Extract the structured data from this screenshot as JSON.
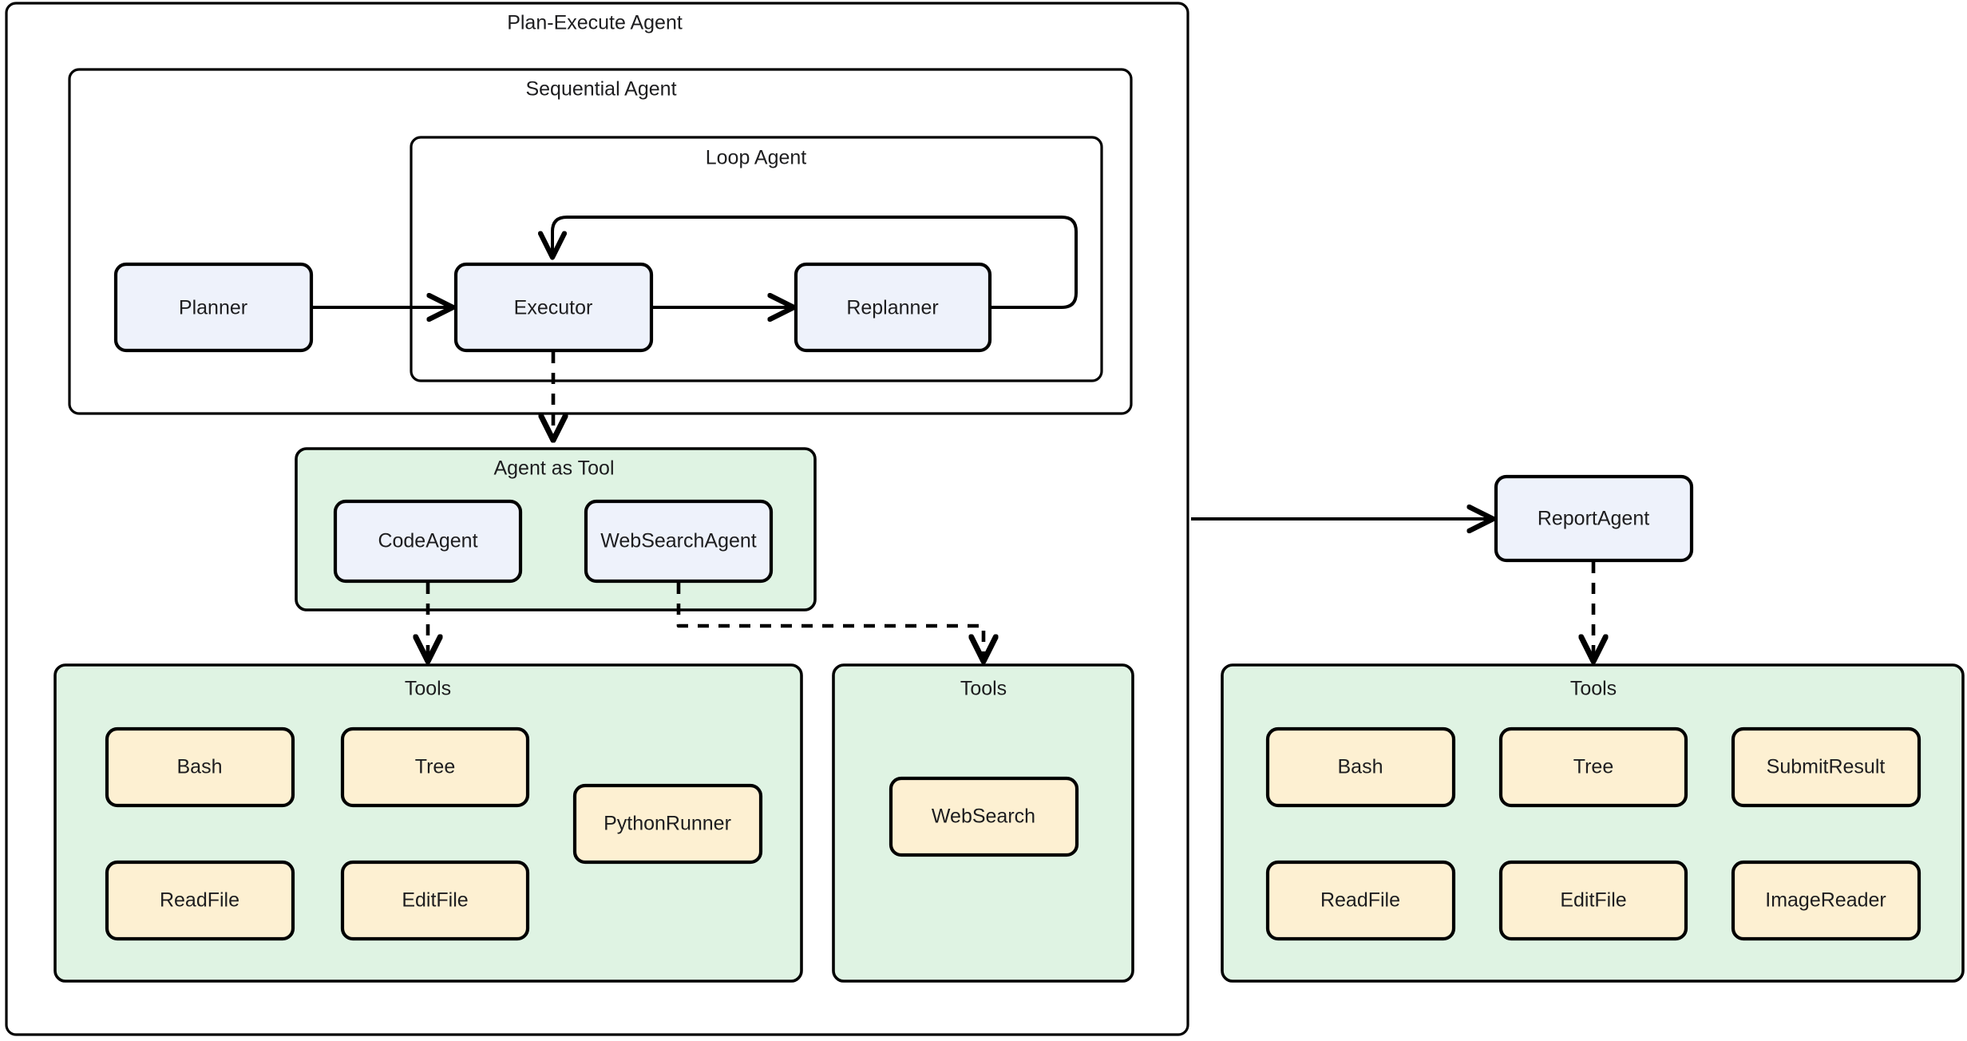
{
  "diagram": {
    "title": "Plan-Execute Agent",
    "colors": {
      "group_fill": "#ffffff",
      "tool_group_fill": "#dff3e3",
      "agent_node_fill": "#eef2fb",
      "tool_node_fill": "#fdf0d2",
      "stroke": "#000000",
      "text": "#1d1d1f"
    },
    "groups": {
      "plan_execute": "Plan-Execute Agent",
      "sequential": "Sequential Agent",
      "loop": "Loop Agent",
      "agent_as_tool": "Agent as Tool",
      "tools_code": "Tools",
      "tools_websearch": "Tools",
      "tools_report": "Tools"
    },
    "agents": {
      "planner": "Planner",
      "executor": "Executor",
      "replanner": "Replanner",
      "code_agent": "CodeAgent",
      "websearch_agent": "WebSearchAgent",
      "report_agent": "ReportAgent"
    },
    "tools_code_list": [
      "Bash",
      "Tree",
      "PythonRunner",
      "ReadFile",
      "EditFile"
    ],
    "tools_websearch_list": [
      "WebSearch"
    ],
    "tools_report_list": [
      "Bash",
      "Tree",
      "SubmitResult",
      "ReadFile",
      "EditFile",
      "ImageReader"
    ],
    "edges": [
      {
        "from": "Planner",
        "to": "Executor",
        "style": "solid"
      },
      {
        "from": "Executor",
        "to": "Replanner",
        "style": "solid"
      },
      {
        "from": "Replanner",
        "to": "Executor",
        "style": "solid-loopback"
      },
      {
        "from": "Executor",
        "to": "Agent as Tool",
        "style": "dashed"
      },
      {
        "from": "CodeAgent",
        "to": "Tools",
        "style": "dashed"
      },
      {
        "from": "WebSearchAgent",
        "to": "Tools",
        "style": "dashed"
      },
      {
        "from": "Plan-Execute Agent",
        "to": "ReportAgent",
        "style": "solid"
      },
      {
        "from": "ReportAgent",
        "to": "Tools",
        "style": "dashed"
      }
    ]
  }
}
